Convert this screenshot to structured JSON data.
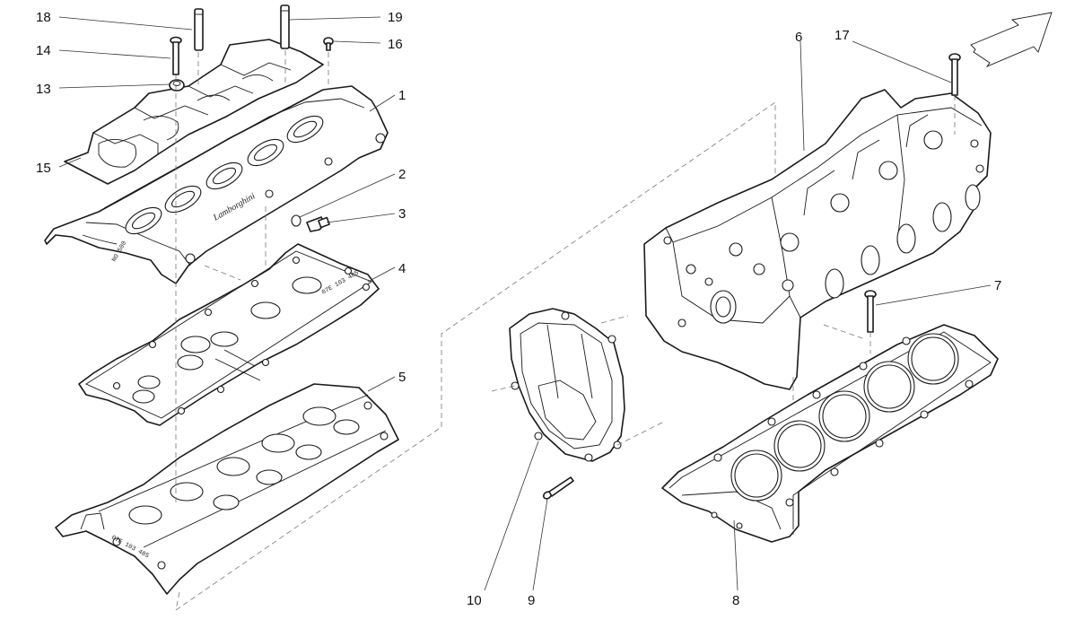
{
  "diagram": {
    "callouts": [
      {
        "id": "c1",
        "label": "1"
      },
      {
        "id": "c2",
        "label": "2"
      },
      {
        "id": "c3",
        "label": "3"
      },
      {
        "id": "c4",
        "label": "4"
      },
      {
        "id": "c5",
        "label": "5"
      },
      {
        "id": "c6",
        "label": "6"
      },
      {
        "id": "c7",
        "label": "7"
      },
      {
        "id": "c8",
        "label": "8"
      },
      {
        "id": "c9",
        "label": "9"
      },
      {
        "id": "c10",
        "label": "10"
      },
      {
        "id": "c13",
        "label": "13"
      },
      {
        "id": "c14",
        "label": "14"
      },
      {
        "id": "c15",
        "label": "15"
      },
      {
        "id": "c16",
        "label": "16"
      },
      {
        "id": "c17",
        "label": "17"
      },
      {
        "id": "c18",
        "label": "18"
      },
      {
        "id": "c19",
        "label": "19"
      }
    ],
    "cover_logo_text": "Lamborghini",
    "stamp_cover": "NO 500",
    "stamp_gasket": "07E 103 485",
    "stamp_carrier": "07E 103 485",
    "direction_arrow_icon": "direction-arrow-icon"
  }
}
